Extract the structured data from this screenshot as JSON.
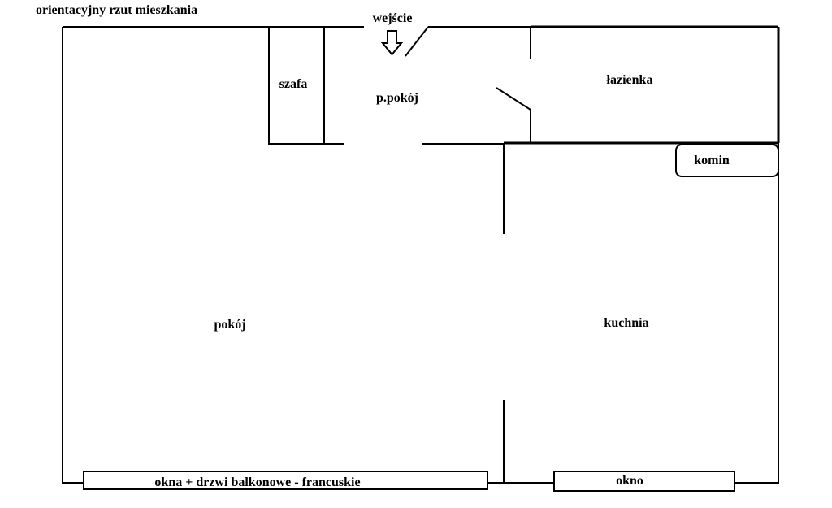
{
  "title": "orientacyjny rzut mieszkania",
  "entrance_label": "wejście",
  "rooms": {
    "wardrobe": "szafa",
    "hallway": "p.pokój",
    "bathroom": "łazienka",
    "chimney": "komin",
    "living_room": "pokój",
    "kitchen": "kuchnia"
  },
  "windows": {
    "living_room": "okna + drzwi balkonowe - francuskie",
    "kitchen": "okno"
  },
  "colors": {
    "lines": "#000000",
    "background": "#ffffff"
  }
}
